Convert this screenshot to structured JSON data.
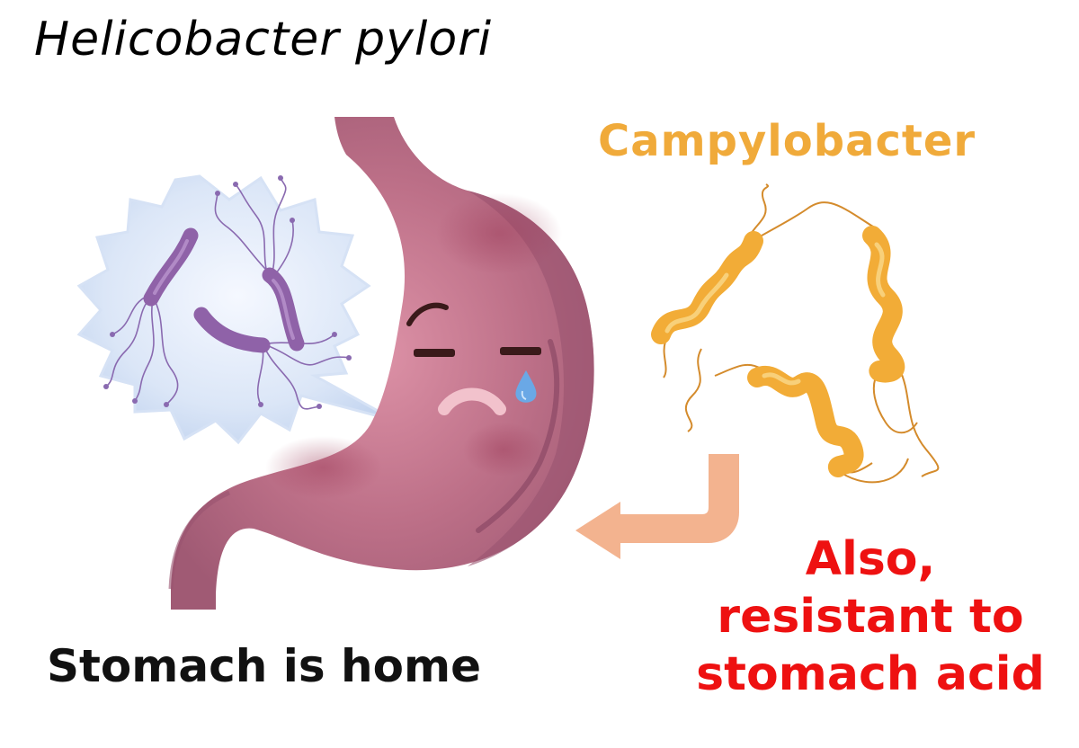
{
  "title": "Helicobacter pylori",
  "campylobacter": "Campylobacter",
  "left_caption": "Stomach is home",
  "right_caption": [
    "Also,",
    "resistant to",
    "stomach acid"
  ],
  "colors": {
    "title": "#000000",
    "campylobacter": "#f0aa3a",
    "left_caption": "#111111",
    "right_caption": "#ee1111",
    "stomach": "#b06a82",
    "bubble": "#cfdcf2",
    "bacteria_purple": "#8f62a8",
    "campylobacter_body": "#f2ac37",
    "arrow": "#f3b38f"
  },
  "icons": [
    "stomach-icon",
    "sad-face-icon",
    "tear-icon",
    "speech-bubble-icon",
    "helicobacter-icon",
    "campylobacter-icon",
    "bent-arrow-icon"
  ]
}
